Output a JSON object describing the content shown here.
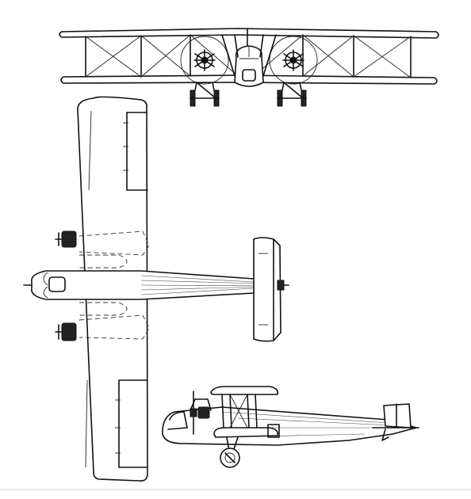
{
  "figure": {
    "background": "#ffffff",
    "line_color": "#111111",
    "views": [
      "front-view",
      "plan-view",
      "side-view"
    ]
  }
}
